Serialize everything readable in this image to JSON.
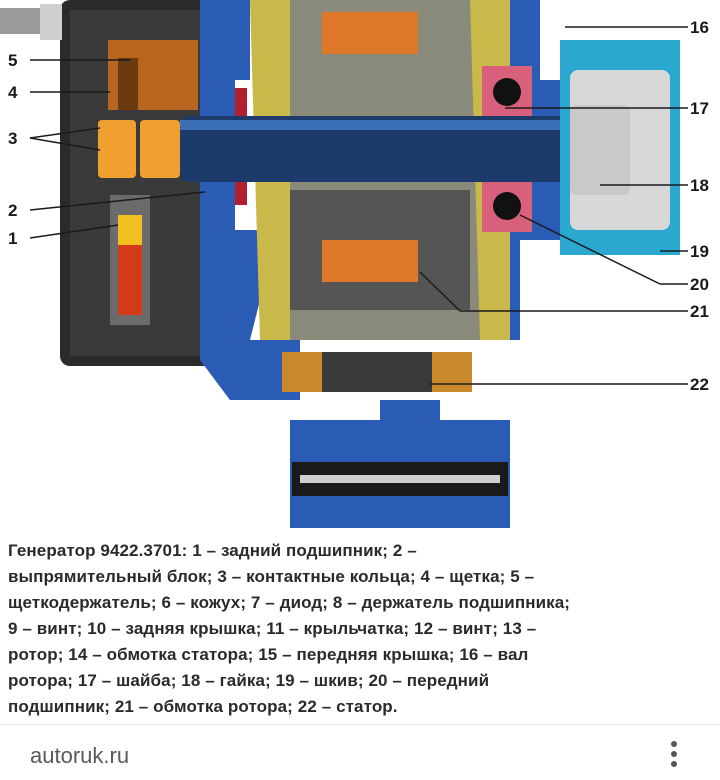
{
  "diagram": {
    "labels": [
      "16",
      "17",
      "18",
      "19",
      "20",
      "21",
      "22",
      "5",
      "4",
      "3",
      "2",
      "1"
    ]
  },
  "caption": {
    "lines": [
      "Генератор 9422.3701: 1 – задний подшипник; 2 –",
      "выпрямительный блок; 3 – контактные кольца; 4 – щетка; 5 –",
      "щеткодержатель; 6 – кожух; 7 – диод; 8 – держатель подшипника;",
      "9 – винт; 10 – задняя крышка; 11 – крыльчатка; 12 – винт; 13 –",
      "ротор; 14 – обмотка статора; 15 – передняя крышка; 16 – вал",
      "ротора; 17 – шайба; 18 – гайка; 19 – шкив; 20 – передний",
      "подшипник; 21 – обмотка ротора; 22 – статор."
    ]
  },
  "footer": {
    "source": "autoruk.ru",
    "more_icon": "more-vertical-icon"
  }
}
